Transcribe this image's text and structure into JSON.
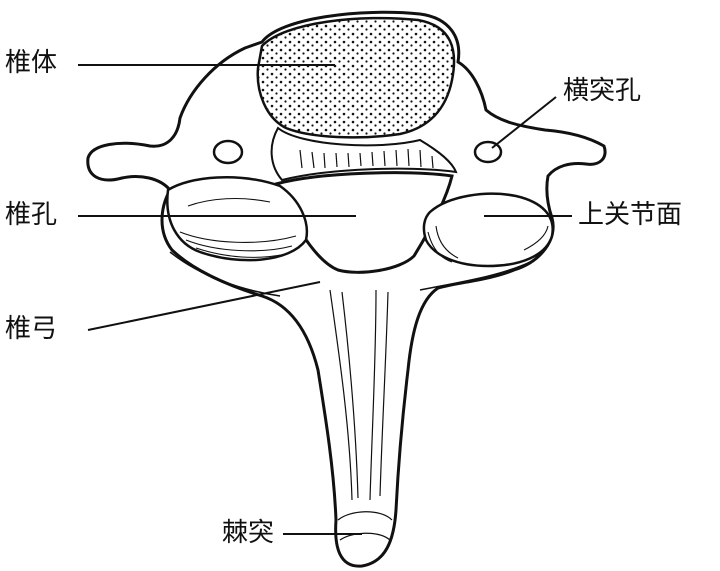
{
  "labels": {
    "vertebral_body": "椎体",
    "transverse_foramen": "横突孔",
    "vertebral_foramen": "椎孔",
    "superior_articular_facet": "上关节面",
    "vertebral_arch": "椎弓",
    "spinous_process": "棘突"
  },
  "colors": {
    "ink": "#111111",
    "paper": "#ffffff"
  }
}
